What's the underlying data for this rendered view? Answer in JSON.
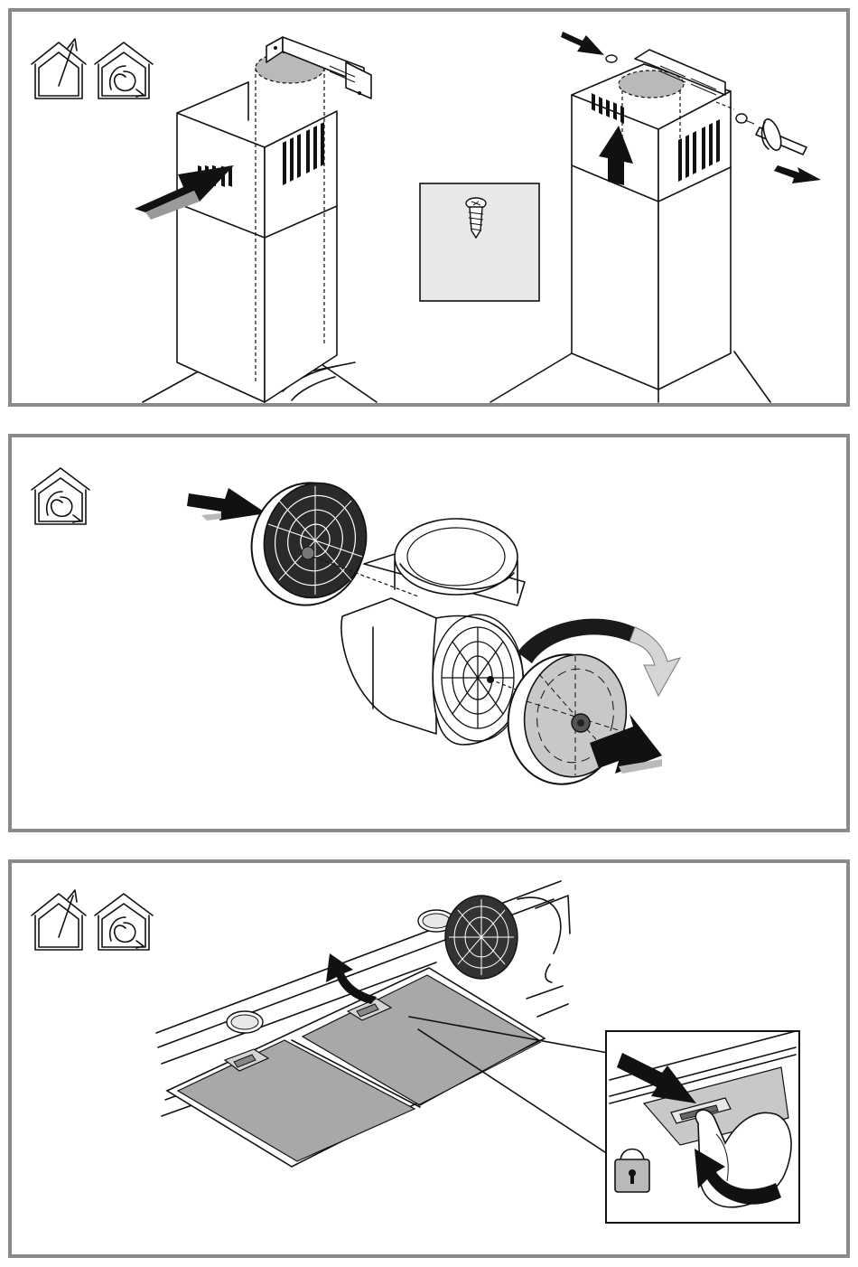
{
  "panels": [
    {
      "id": "chimney-assembly",
      "icons": [
        "ducted-extraction-icon",
        "recirculation-icon"
      ],
      "inset": "screw-detail-icon"
    },
    {
      "id": "carbon-filter-installation",
      "icons": [
        "recirculation-icon"
      ]
    },
    {
      "id": "grease-filter-installation",
      "icons": [
        "ducted-extraction-icon",
        "recirculation-icon"
      ],
      "inset": "filter-latch-detail",
      "inset_icon": "padlock-icon"
    }
  ],
  "colors": {
    "frame": "#8a8a8a",
    "line": "#111111",
    "shade": "#b9b9b9",
    "light_shade": "#e8e8e8"
  }
}
